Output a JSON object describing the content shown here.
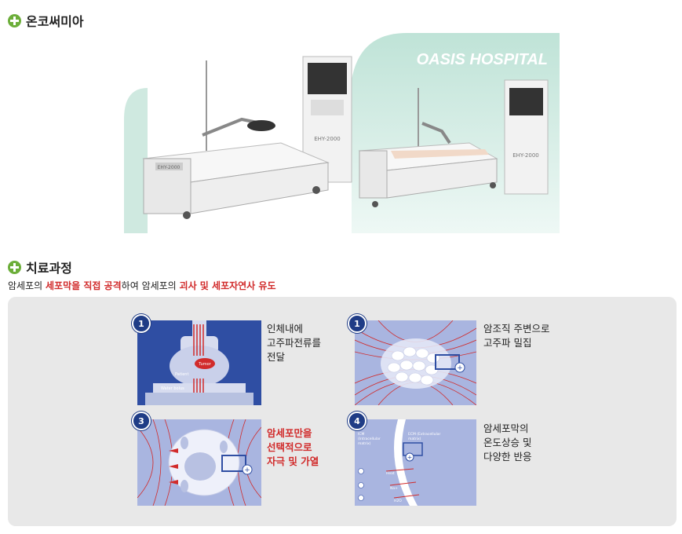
{
  "section1": {
    "title": "온코써미아"
  },
  "photo": {
    "brand": "OASIS HOSPITAL",
    "device_label": "EHY-2000"
  },
  "section2": {
    "title": "치료과정"
  },
  "intro": {
    "p1": "암세포의 ",
    "r1": "세포막을 직접 공격",
    "p2": "하여 암세포의 ",
    "r2": "괴사 및 세포자연사 유도"
  },
  "steps": [
    {
      "badge": "1",
      "text": "인체내에\n고주파전류를\n전달",
      "labels": {
        "tumor": "Tumor",
        "patient": "Patient",
        "water": "Water bolus"
      }
    },
    {
      "badge": "1",
      "text": "암조직 주변으로\n고주파 밀집"
    },
    {
      "badge": "3",
      "text": "암세포만을\n선택적으로\n자극 및 가열"
    },
    {
      "badge": "4",
      "text": "암세포막의\n온도상승 및\n다양한 반응",
      "labels": {
        "icm": "ICM\n(Intracellular\nmatrix)",
        "ecm": "ECM (Extracellular\nmatrix)",
        "heat": "Heat",
        "na": "Na+",
        "h2o": "H2O"
      }
    }
  ],
  "colors": {
    "accent_green": "#6cae3a",
    "red": "#d12b2b",
    "panel_bg": "#e8e8e8",
    "diagram_blue": "#2f4ea3"
  }
}
